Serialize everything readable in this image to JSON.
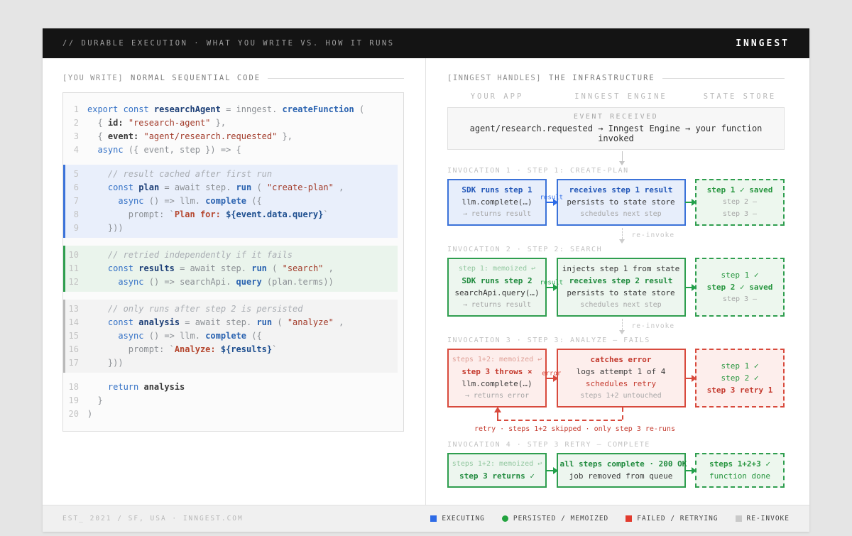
{
  "header": {
    "title": "// DURABLE EXECUTION · WHAT YOU WRITE VS. HOW IT RUNS",
    "brand": "INNGEST"
  },
  "left_panel": {
    "tag": "[YOU WRITE]",
    "title": "NORMAL SEQUENTIAL CODE",
    "code": [
      {
        "n": "1",
        "b": "",
        "t": [
          [
            "kw",
            "export const "
          ],
          [
            "id",
            "researchAgent"
          ],
          [
            "pl",
            " = inngest. "
          ],
          [
            "fn",
            "createFunction"
          ],
          [
            "pl",
            " ("
          ]
        ]
      },
      {
        "n": "2",
        "b": "",
        "t": [
          [
            "pl",
            "  { "
          ],
          [
            "pr",
            "id: "
          ],
          [
            "st",
            "\"research-agent\""
          ],
          [
            "pl",
            " },"
          ]
        ]
      },
      {
        "n": "3",
        "b": "",
        "t": [
          [
            "pl",
            "  { "
          ],
          [
            "pr",
            "event: "
          ],
          [
            "st",
            "\"agent/research.requested\""
          ],
          [
            "pl",
            " },"
          ]
        ]
      },
      {
        "n": "4",
        "b": "",
        "t": [
          [
            "pl",
            "  "
          ],
          [
            "kw",
            "async "
          ],
          [
            "pl",
            "({ event, step }) => {"
          ]
        ]
      },
      {
        "n": "5",
        "b": "blue",
        "t": [
          [
            "cm",
            "    // result cached after first run"
          ]
        ]
      },
      {
        "n": "6",
        "b": "blue",
        "t": [
          [
            "pl",
            "    "
          ],
          [
            "kw",
            "const "
          ],
          [
            "id",
            "plan"
          ],
          [
            "pl",
            " = await step. "
          ],
          [
            "fn",
            "run"
          ],
          [
            "pl",
            " ( "
          ],
          [
            "st",
            "\"create-plan\""
          ],
          [
            "pl",
            " ,"
          ]
        ]
      },
      {
        "n": "7",
        "b": "blue",
        "t": [
          [
            "pl",
            "      "
          ],
          [
            "kw",
            "async "
          ],
          [
            "pl",
            "() => llm. "
          ],
          [
            "fn",
            "complete"
          ],
          [
            "pl",
            " ({"
          ]
        ]
      },
      {
        "n": "8",
        "b": "blue",
        "t": [
          [
            "pl",
            "        prompt: `"
          ],
          [
            "tp",
            "Plan for: "
          ],
          [
            "in",
            "${event.data.query}"
          ],
          [
            "pl",
            "`"
          ]
        ]
      },
      {
        "n": "9",
        "b": "blue",
        "t": [
          [
            "pl",
            "    }))"
          ]
        ]
      },
      {
        "n": "10",
        "b": "green",
        "t": [
          [
            "cm",
            "    // retried independently if it fails"
          ]
        ]
      },
      {
        "n": "11",
        "b": "green",
        "t": [
          [
            "pl",
            "    "
          ],
          [
            "kw",
            "const "
          ],
          [
            "id",
            "results"
          ],
          [
            "pl",
            " = await step. "
          ],
          [
            "fn",
            "run"
          ],
          [
            "pl",
            " ( "
          ],
          [
            "st",
            "\"search\""
          ],
          [
            "pl",
            " ,"
          ]
        ]
      },
      {
        "n": "12",
        "b": "green",
        "t": [
          [
            "pl",
            "      "
          ],
          [
            "kw",
            "async "
          ],
          [
            "pl",
            "() => searchApi. "
          ],
          [
            "fn",
            "query"
          ],
          [
            "pl",
            " (plan.terms))"
          ]
        ]
      },
      {
        "n": "13",
        "b": "gray",
        "t": [
          [
            "cm",
            "    // only runs after step 2 is persisted"
          ]
        ]
      },
      {
        "n": "14",
        "b": "gray",
        "t": [
          [
            "pl",
            "    "
          ],
          [
            "kw",
            "const "
          ],
          [
            "id",
            "analysis"
          ],
          [
            "pl",
            " = await step. "
          ],
          [
            "fn",
            "run"
          ],
          [
            "pl",
            " ( "
          ],
          [
            "st",
            "\"analyze\""
          ],
          [
            "pl",
            " ,"
          ]
        ]
      },
      {
        "n": "15",
        "b": "gray",
        "t": [
          [
            "pl",
            "      "
          ],
          [
            "kw",
            "async "
          ],
          [
            "pl",
            "() => llm. "
          ],
          [
            "fn",
            "complete"
          ],
          [
            "pl",
            " ({"
          ]
        ]
      },
      {
        "n": "16",
        "b": "gray",
        "t": [
          [
            "pl",
            "        prompt: `"
          ],
          [
            "tp",
            "Analyze: "
          ],
          [
            "in",
            "${results}"
          ],
          [
            "pl",
            "`"
          ]
        ]
      },
      {
        "n": "17",
        "b": "gray",
        "t": [
          [
            "pl",
            "    }))"
          ]
        ]
      },
      {
        "n": "18",
        "b": "",
        "t": [
          [
            "pl",
            "    "
          ],
          [
            "kw",
            "return "
          ],
          [
            "pr",
            "analysis"
          ]
        ]
      },
      {
        "n": "19",
        "b": "",
        "t": [
          [
            "pl",
            "  }"
          ]
        ]
      },
      {
        "n": "20",
        "b": "",
        "t": [
          [
            "pl",
            ")"
          ]
        ]
      }
    ]
  },
  "right_panel": {
    "tag": "[INNGEST HANDLES]",
    "title": "THE INFRASTRUCTURE",
    "columns": [
      "YOUR APP",
      "INNGEST ENGINE",
      "STATE STORE"
    ],
    "event_box": {
      "label": "EVENT RECEIVED",
      "text": "agent/research.requested → Inngest Engine → your function invoked"
    },
    "invocations": [
      {
        "label": "INVOCATION 1 · STEP 1: CREATE-PLAN",
        "theme": "blue",
        "app": {
          "lines": [
            [
              "t",
              "SDK runs step 1"
            ],
            [
              "b",
              "llm.complete(…)"
            ],
            [
              "m",
              "→ returns result"
            ]
          ]
        },
        "arrow1": {
          "label": "result",
          "color": "blue"
        },
        "engine": {
          "lines": [
            [
              "t",
              "receives step 1 result"
            ],
            [
              "b",
              "persists to state store"
            ],
            [
              "m",
              "schedules next step"
            ]
          ]
        },
        "arrow2": {
          "label": "",
          "color": "green"
        },
        "state": {
          "theme": "green",
          "lines": [
            [
              "gb",
              "step 1 ✓ saved"
            ],
            [
              "m",
              "step 2 —"
            ],
            [
              "m",
              "step 3 —"
            ]
          ]
        },
        "connector": {
          "type": "reinvoke",
          "label": "re-invoke"
        }
      },
      {
        "label": "INVOCATION 2 · STEP 2: SEARCH",
        "theme": "green",
        "app": {
          "lines": [
            [
              "mm",
              "step 1: memoized ↩"
            ],
            [
              "t",
              "SDK runs step 2"
            ],
            [
              "b",
              "searchApi.query(…)"
            ],
            [
              "m",
              "→ returns result"
            ]
          ]
        },
        "arrow1": {
          "label": "result",
          "color": "green"
        },
        "engine": {
          "lines": [
            [
              "b",
              "injects step 1 from state"
            ],
            [
              "t",
              "receives step 2 result"
            ],
            [
              "b",
              "persists to state store"
            ],
            [
              "m",
              "schedules next step"
            ]
          ]
        },
        "arrow2": {
          "label": "",
          "color": "green"
        },
        "state": {
          "theme": "green",
          "lines": [
            [
              "g",
              "step 1 ✓"
            ],
            [
              "gb",
              "step 2 ✓ saved"
            ],
            [
              "m",
              "step 3 —"
            ]
          ]
        },
        "connector": {
          "type": "reinvoke",
          "label": "re-invoke"
        }
      },
      {
        "label": "INVOCATION 3 · STEP 3: ANALYZE — FAILS",
        "theme": "red",
        "app": {
          "lines": [
            [
              "mm",
              "steps 1+2: memoized ↩"
            ],
            [
              "t",
              "step 3 throws ×"
            ],
            [
              "b",
              "llm.complete(…)"
            ],
            [
              "m",
              "→ returns error"
            ]
          ]
        },
        "arrow1": {
          "label": "error",
          "color": "red"
        },
        "engine": {
          "lines": [
            [
              "t",
              "catches error"
            ],
            [
              "b",
              "logs attempt 1 of 4"
            ],
            [
              "r",
              "schedules retry"
            ],
            [
              "m",
              "steps 1+2 untouched"
            ]
          ]
        },
        "arrow2": {
          "label": "",
          "color": "red"
        },
        "state": {
          "theme": "red",
          "lines": [
            [
              "g",
              "step 1 ✓"
            ],
            [
              "g",
              "step 2 ✓"
            ],
            [
              "rb",
              "step 3 retry 1"
            ]
          ]
        },
        "connector": {
          "type": "retry",
          "label": "retry · steps 1+2 skipped · only step 3 re-runs"
        }
      },
      {
        "label": "INVOCATION 4 · STEP 3 RETRY — COMPLETE",
        "theme": "green",
        "app": {
          "lines": [
            [
              "mm",
              "steps 1+2: memoized ↩"
            ],
            [
              "t",
              "step 3 returns ✓"
            ]
          ]
        },
        "arrow1": {
          "label": "",
          "color": "green"
        },
        "engine": {
          "lines": [
            [
              "t",
              "all steps complete · 200 OK"
            ],
            [
              "b",
              "job removed from queue"
            ]
          ]
        },
        "arrow2": {
          "label": "",
          "color": "green"
        },
        "state": {
          "theme": "green",
          "lines": [
            [
              "gb",
              "steps 1+2+3 ✓"
            ],
            [
              "g",
              "function done"
            ]
          ]
        },
        "connector": {
          "type": "none",
          "label": ""
        }
      }
    ]
  },
  "footer": {
    "left": "EST_ 2021 / SF, USA · INNGEST.COM",
    "legend": [
      {
        "label": "EXECUTING",
        "color": "#2e6be6",
        "shape": "square"
      },
      {
        "label": "PERSISTED / MEMOIZED",
        "color": "#23a33f",
        "shape": "circle"
      },
      {
        "label": "FAILED / RETRYING",
        "color": "#e23b2e",
        "shape": "square"
      },
      {
        "label": "RE-INVOKE",
        "color": "#c9c9c9",
        "shape": "square"
      }
    ]
  }
}
